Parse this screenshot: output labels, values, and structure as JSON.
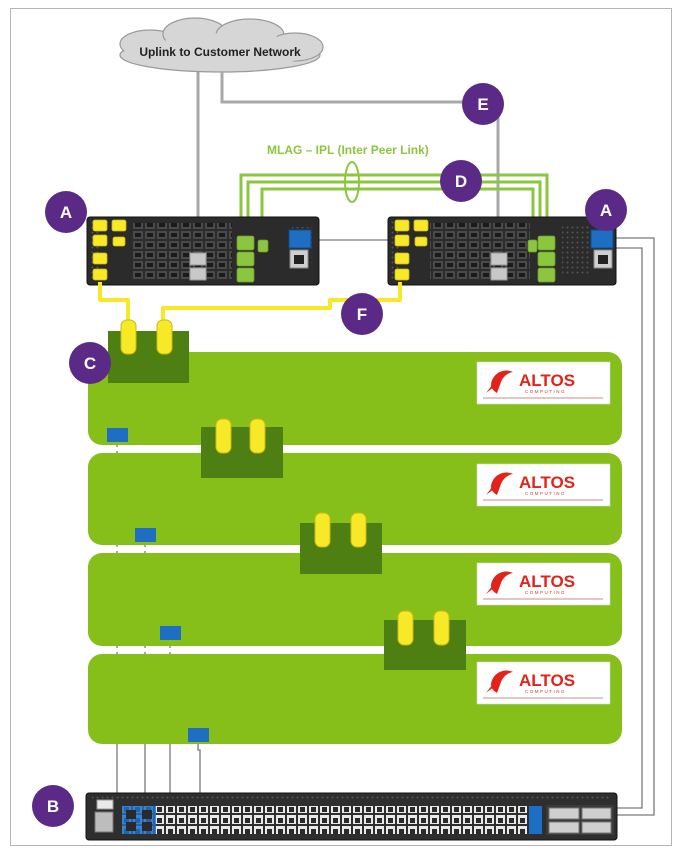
{
  "cloud": {
    "label": "Uplink to Customer Network"
  },
  "mlag": {
    "label": "MLAG – IPL (Inter Peer Link)"
  },
  "callouts": {
    "a_left": "A",
    "a_right": "A",
    "b": "B",
    "c": "C",
    "d": "D",
    "e": "E",
    "f": "F"
  },
  "servers": {
    "brand": "ALTOS",
    "subtext": "COMPUTING"
  },
  "colors": {
    "callout": "#5b2a86",
    "server_tray": "#86bf1a",
    "server_node": "#4e7f12",
    "cable_yellow": "#f7e928",
    "cable_green": "#8cc63f",
    "cable_gray": "#a8a8a8",
    "mgmt_port": "#1e6fc4",
    "switch_body": "#2b2b2b",
    "brand_red": "#e2231a"
  }
}
